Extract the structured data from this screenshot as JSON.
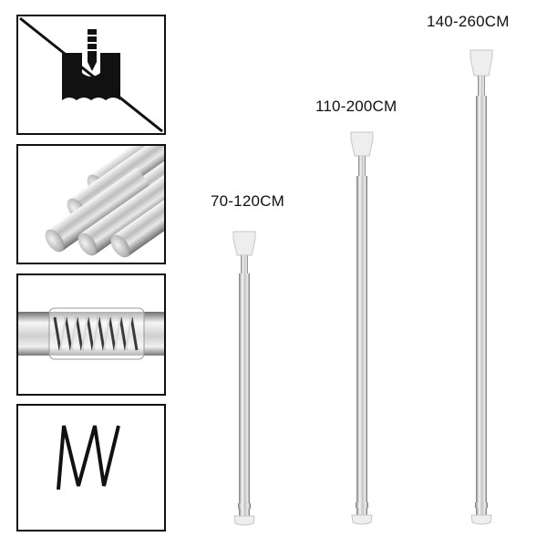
{
  "rods": [
    {
      "label": "70-120CM"
    },
    {
      "label": "110-200CM"
    },
    {
      "label": "140-260CM"
    }
  ],
  "features": [
    {
      "icon": "no-drilling-icon"
    },
    {
      "icon": "steel-tubes-icon"
    },
    {
      "icon": "spring-icon"
    },
    {
      "icon": "zigzag-spring-icon"
    }
  ],
  "colors": {
    "frame": "#111111",
    "steel_light": "#f4f4f4",
    "steel_dark": "#7a7a7a",
    "cap": "#eeeeee"
  }
}
